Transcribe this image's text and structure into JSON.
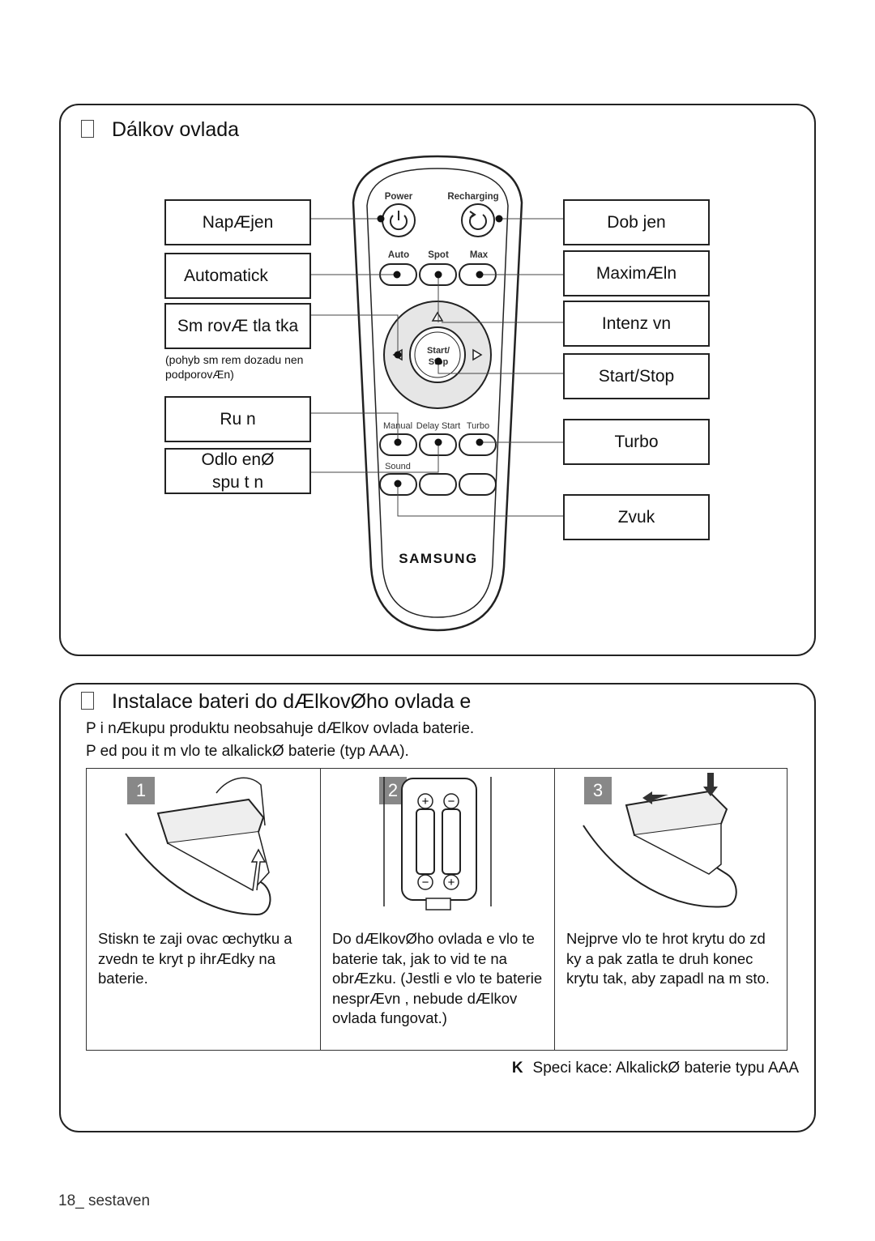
{
  "remote_section": {
    "title": "Dálkov ovlada",
    "labels_left": {
      "power": "NapÆjen",
      "auto": "Automatick",
      "direction": "Sm rovÆ tla tka",
      "direction_note": "(pohyb sm rem dozadu nen podporovÆn)",
      "manual": "Ru n",
      "delay_line1": "Odlo enØ",
      "delay_line2": "spu t n"
    },
    "labels_right": {
      "recharging": "Dob jen",
      "max": "MaximÆln",
      "spot": "Intenz vn",
      "start_stop": "Start/Stop",
      "turbo": "Turbo",
      "sound": "Zvuk"
    },
    "remote_buttons": {
      "power": "Power",
      "recharging": "Recharging",
      "auto": "Auto",
      "spot": "Spot",
      "max": "Max",
      "start_line1": "Start/",
      "start_line2": "Stop",
      "manual": "Manual",
      "delay_start": "Delay Start",
      "turbo": "Turbo",
      "sound": "Sound",
      "brand": "SAMSUNG"
    }
  },
  "battery_section": {
    "title": "Instalace bateri do dÆlkovØho ovlada e",
    "intro_line1": "P i nÆkupu produktu neobsahuje dÆlkov ovlada baterie.",
    "intro_line2": "P ed pou it m vlo te alkalickØ baterie (typ AAA).",
    "steps": [
      {
        "number": "1",
        "text": "Stiskn te zaji ovac œchytku a zvedn te kryt p ihrÆdky na baterie."
      },
      {
        "number": "2",
        "text": "Do dÆlkovØho ovlada e vlo te baterie tak, jak to vid te na obrÆzku. (Jestli e vlo te baterie nesprÆvn , nebude dÆlkov ovlada fungovat.)"
      },
      {
        "number": "3",
        "text": "Nejprve vlo te hrot krytu do zd ky a pak zatla te druh konec krytu tak, aby zapadl na m sto."
      }
    ],
    "spec_mark": "K",
    "spec": "Speci kace: AlkalickØ baterie typu AAA"
  },
  "footer": {
    "page": "18_ sestaven"
  }
}
